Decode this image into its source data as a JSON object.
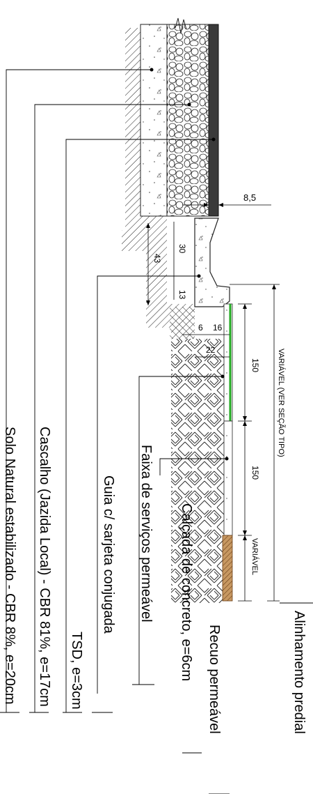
{
  "labels": {
    "solo": "Solo Natural estabilizado - CBR 8%, e=20cm",
    "cascalho": "Cascalho (Jazida Local) - CBR 81%, e=17cm",
    "tsd": "TSD, e=3cm",
    "guia": "Guia c/ sarjeta conjugada",
    "faixa": "Faixa de serviços permeável",
    "calcada": "Calçada de concreto, e=6cm",
    "recuo": "Recuo permeável",
    "alinhamento": "Alinhamento predial"
  },
  "dimensions": {
    "d85": "8,5",
    "d30": "30",
    "d43": "43",
    "d13": "13",
    "d6": "6",
    "d16": "16",
    "d22": "22",
    "d150a": "150",
    "d150b": "150",
    "variavel": "VARIÁVEL",
    "variavel_total": "VARIÁVEL (VER SEÇÃO TIPO)"
  },
  "colors": {
    "asphalt": "#3a3a3a",
    "grass": "#22aa22",
    "recuo": "#8b5a2b"
  }
}
